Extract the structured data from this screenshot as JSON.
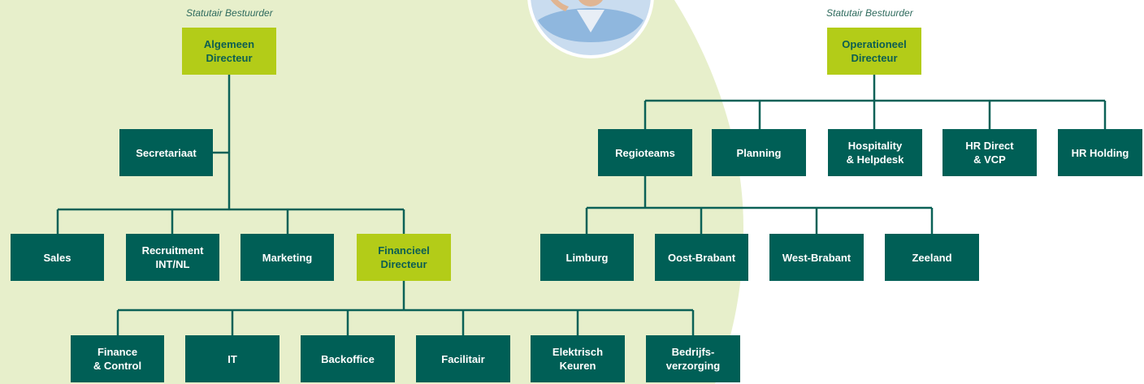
{
  "colors": {
    "box_dark": "#005f56",
    "box_highlight": "#b3cc18",
    "connector": "#0b6157",
    "background_shape": "#e7efcb"
  },
  "left_tree": {
    "caption": "Statutair Bestuurder",
    "top": "Algemeen\nDirecteur",
    "secretariaat": "Secretariaat",
    "row2": [
      "Sales",
      "Recruitment\nINT/NL",
      "Marketing",
      "Financieel\nDirecteur"
    ],
    "row3": [
      "Finance\n& Control",
      "IT",
      "Backoffice",
      "Facilitair",
      "Elektrisch\nKeuren",
      "Bedrijfs-\nverzorging"
    ]
  },
  "right_tree": {
    "caption": "Statutair Bestuurder",
    "top": "Operationeel\nDirecteur",
    "row1": [
      "Regioteams",
      "Planning",
      "Hospitality\n& Helpdesk",
      "HR Direct\n& VCP",
      "HR Holding"
    ],
    "row2": [
      "Limburg",
      "Oost-Brabant",
      "West-Brabant",
      "Zeeland"
    ]
  }
}
